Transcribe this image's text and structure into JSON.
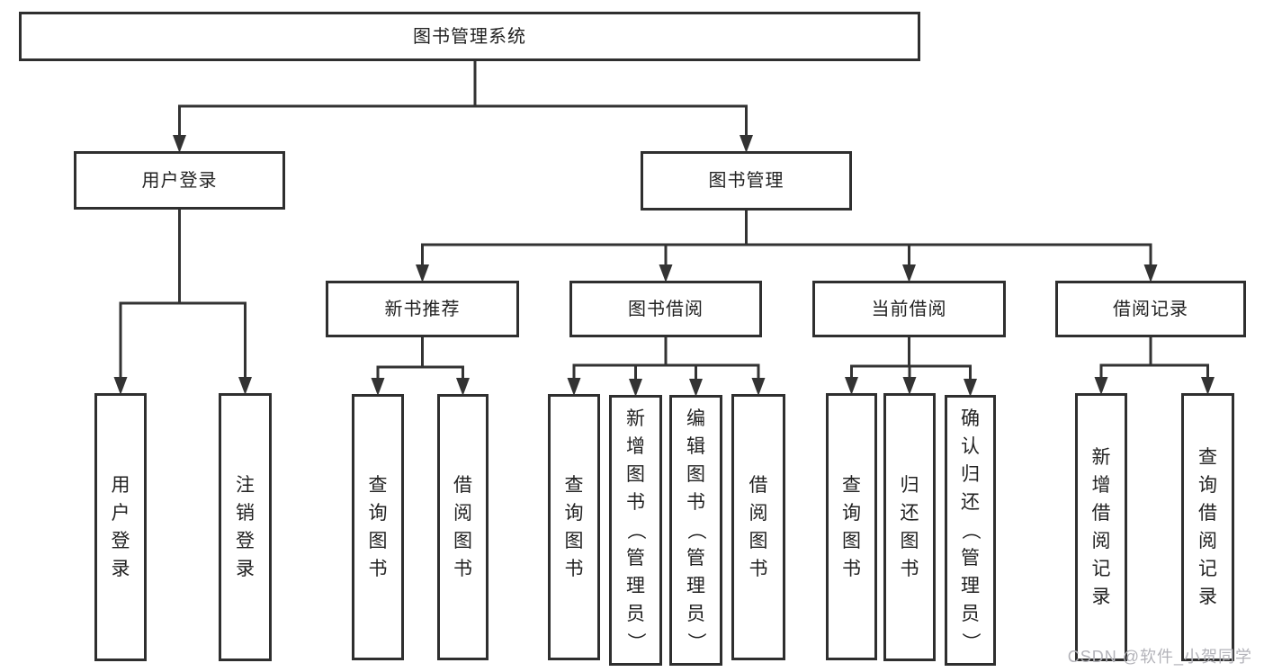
{
  "page": {
    "background": "#ffffff"
  },
  "colors": {
    "line": "#333333",
    "box_border": "#2f2f2f",
    "box_background": "#ffffff",
    "text": "#222222",
    "watermark": "#b3b3b9"
  },
  "watermark": {
    "text": "CSDN @软件_小贺同学"
  },
  "tree": {
    "id": "root",
    "label": "图书管理系统",
    "children": [
      {
        "id": "user-login",
        "label": "用户登录",
        "children": [
          {
            "id": "user-login-leaf",
            "label": "用户登录",
            "vertical": true
          },
          {
            "id": "logout",
            "label": "注销登录",
            "vertical": true
          }
        ]
      },
      {
        "id": "book-mgmt",
        "label": "图书管理",
        "children": [
          {
            "id": "new-book-rec",
            "label": "新书推荐",
            "children": [
              {
                "id": "nbr-query",
                "label": "查询图书",
                "vertical": true
              },
              {
                "id": "nbr-borrow",
                "label": "借阅图书",
                "vertical": true
              }
            ]
          },
          {
            "id": "book-borrow",
            "label": "图书借阅",
            "children": [
              {
                "id": "bb-query",
                "label": "查询图书",
                "vertical": true
              },
              {
                "id": "bb-add",
                "label": "新增图书（管理员）",
                "vertical": true
              },
              {
                "id": "bb-edit",
                "label": "编辑图书（管理员）",
                "vertical": true
              },
              {
                "id": "bb-borrow",
                "label": "借阅图书",
                "vertical": true
              }
            ]
          },
          {
            "id": "current-borrow",
            "label": "当前借阅",
            "children": [
              {
                "id": "cb-query",
                "label": "查询图书",
                "vertical": true
              },
              {
                "id": "cb-return",
                "label": "归还图书",
                "vertical": true
              },
              {
                "id": "cb-confirm",
                "label": "确认归还（管理员）",
                "vertical": true
              }
            ]
          },
          {
            "id": "borrow-records",
            "label": "借阅记录",
            "children": [
              {
                "id": "br-add",
                "label": "新增借阅记录",
                "vertical": true
              },
              {
                "id": "br-query",
                "label": "查询借阅记录",
                "vertical": true
              }
            ]
          }
        ]
      }
    ]
  }
}
